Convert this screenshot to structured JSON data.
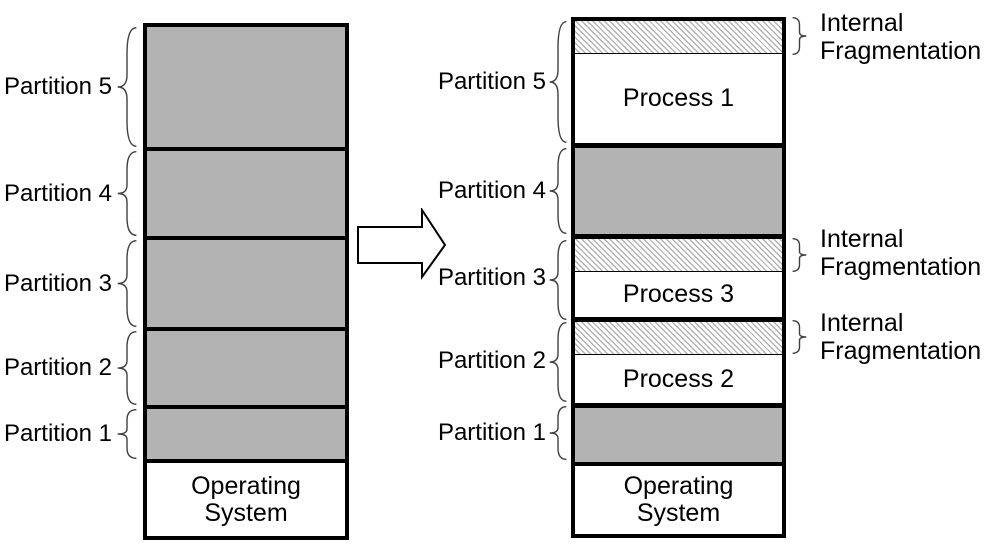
{
  "left_memory": {
    "title_hint": "memory divided into fixed partitions (before loading)",
    "partitions": [
      {
        "label": "Partition 5"
      },
      {
        "label": "Partition 4"
      },
      {
        "label": "Partition 3"
      },
      {
        "label": "Partition 2"
      },
      {
        "label": "Partition 1"
      }
    ],
    "os_label": "Operating System"
  },
  "right_memory": {
    "title_hint": "partitions after processes loaded (after)",
    "partitions": [
      {
        "label": "Partition 5",
        "content": "Process 1",
        "fragmentation": "Internal Fragmentation"
      },
      {
        "label": "Partition 4",
        "content": "",
        "fragmentation": ""
      },
      {
        "label": "Partition 3",
        "content": "Process 3",
        "fragmentation": "Internal Fragmentation"
      },
      {
        "label": "Partition 2",
        "content": "Process 2",
        "fragmentation": "Internal Fragmentation"
      },
      {
        "label": "Partition 1",
        "content": "",
        "fragmentation": ""
      }
    ],
    "os_label": "Operating System"
  },
  "icons": {
    "transition_arrow": "block-arrow-right",
    "grouping_brace": "curly-brace"
  },
  "colors": {
    "partition_fill": "#b3b3b3",
    "border": "#000000",
    "hatch_line": "#b3b3b3",
    "background": "#ffffff"
  }
}
